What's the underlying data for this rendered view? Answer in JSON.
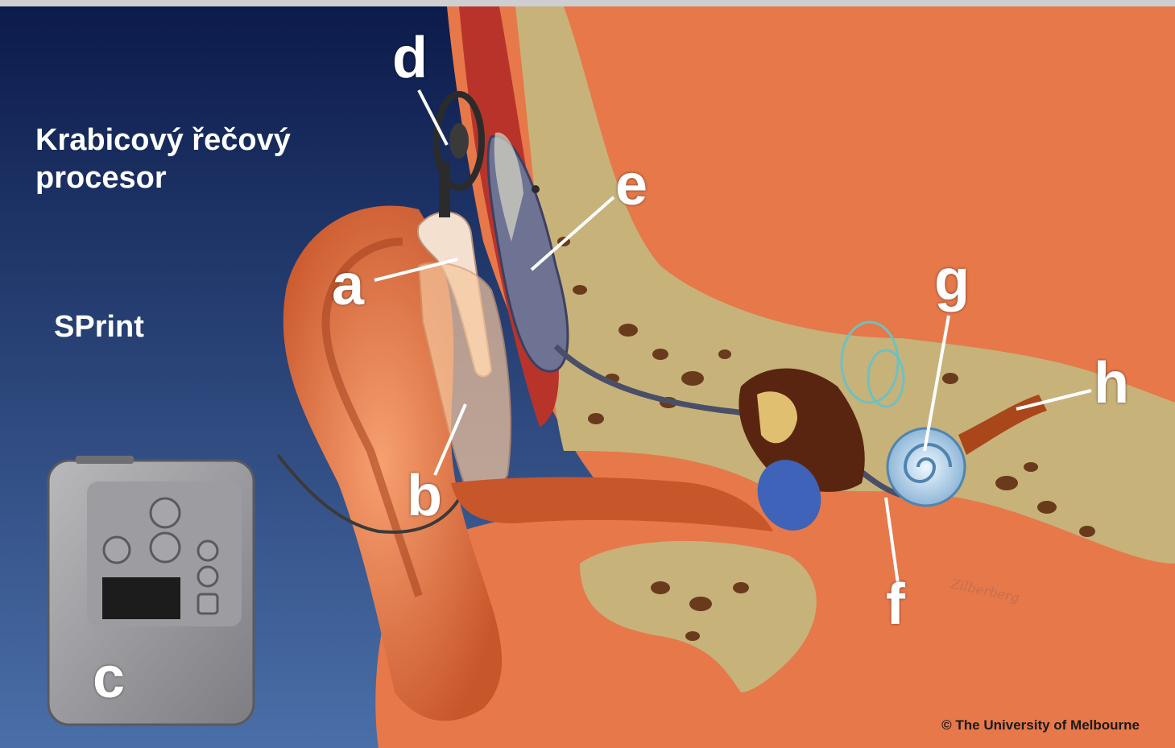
{
  "heading": {
    "line1": "Krabicový řečový",
    "line2": "procesor"
  },
  "device_name": "SPrint",
  "labels": {
    "a": "a",
    "b": "b",
    "c": "c",
    "d": "d",
    "e": "e",
    "f": "f",
    "g": "g",
    "h": "h"
  },
  "copyright": "© The University of Melbourne",
  "colors": {
    "background_top": "#0b1a4a",
    "background_bottom": "#4a6fa8",
    "skin": "#e6784a",
    "bone": "#c7b27a",
    "label_text": "#ffffff"
  }
}
